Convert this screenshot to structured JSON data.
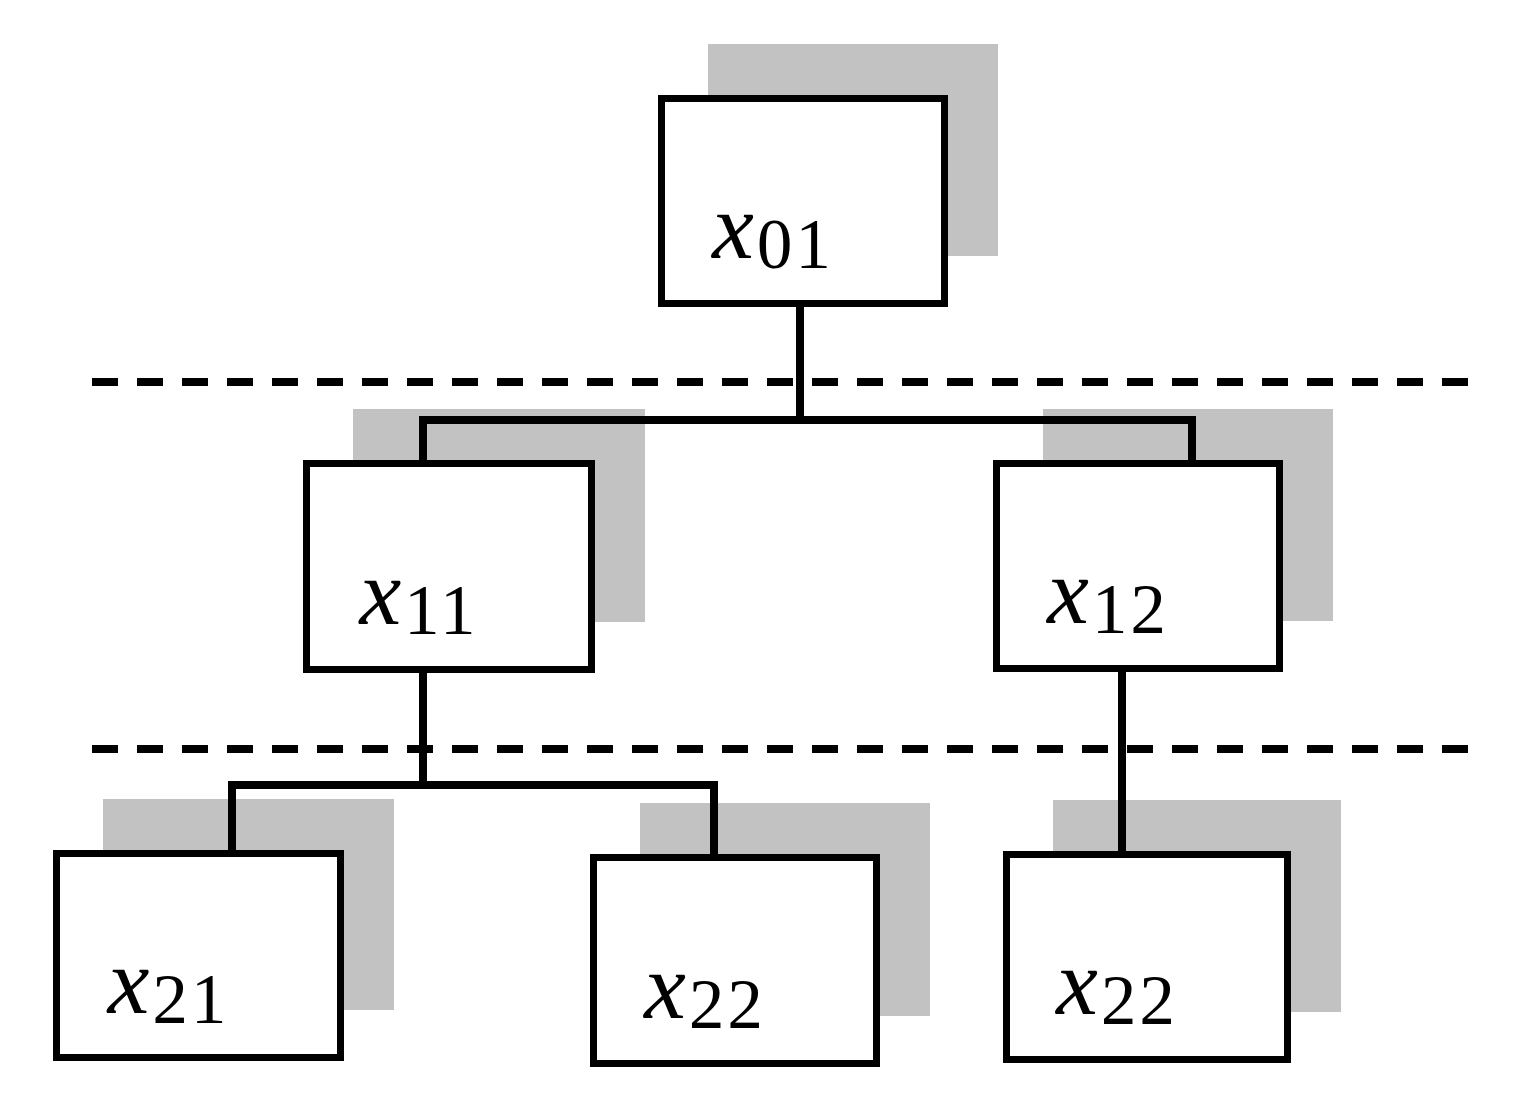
{
  "diagram": {
    "type": "tree",
    "description": "Three-level hierarchical tree of shadowed boxes separated by two horizontal dashed level-separator lines",
    "levels": 3,
    "edges": [
      [
        "x01",
        "x11"
      ],
      [
        "x01",
        "x12"
      ],
      [
        "x11",
        "x21"
      ],
      [
        "x11",
        "x22a"
      ],
      [
        "x12",
        "x22b"
      ]
    ]
  },
  "nodes": {
    "x01": {
      "base": "x",
      "sub": "01"
    },
    "x11": {
      "base": "x",
      "sub": "11"
    },
    "x12": {
      "base": "x",
      "sub": "12"
    },
    "x21": {
      "base": "x",
      "sub": "21"
    },
    "x22a": {
      "base": "x",
      "sub": "22"
    },
    "x22b": {
      "base": "x",
      "sub": "22"
    }
  },
  "colors": {
    "line": "#000000",
    "shadow": "#c2c2c2",
    "background": "#ffffff"
  }
}
